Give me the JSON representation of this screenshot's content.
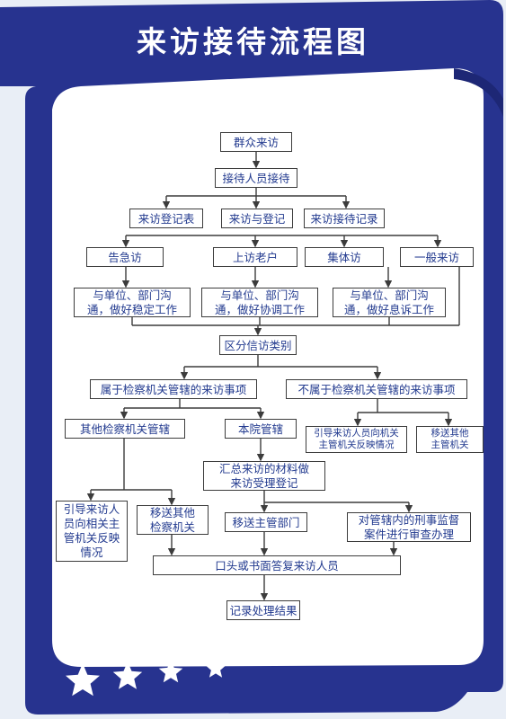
{
  "title": "来访接待流程图",
  "colors": {
    "frame": "#27338f",
    "card": "#ffffff",
    "box_text": "#223a8f",
    "line": "#3c3c3c"
  },
  "nodes": {
    "n1": "群众来访",
    "n2": "接待人员接待",
    "n3a": "来访登记表",
    "n3b": "来访与登记",
    "n3c": "来访接待记录",
    "n4a": "告急访",
    "n4b": "上访老户",
    "n4c": "集体访",
    "n4d": "一般来访",
    "n5a": "与单位、部门沟\n通，做好稳定工作",
    "n5b": "与单位、部门沟\n通，做好协调工作",
    "n5c": "与单位、部门沟\n通，做好息诉工作",
    "n6": "区分信访类别",
    "n7a": "属于检察机关管辖的来访事项",
    "n7b": "不属于检察机关管辖的来访事项",
    "n8a": "其他检察机关管辖",
    "n8b": "本院管辖",
    "n8c": "引导来访人员向机关\n主管机关反映情况",
    "n8d": "移送其他\n主管机关",
    "n9": "汇总来访的材料做\n来访受理登记",
    "n10a": "引导来访人\n员向相关主\n管机关反映\n情况",
    "n10b": "移送其他\n检察机关",
    "n10c": "移送主管部门",
    "n10d": "对管辖内的刑事监督\n案件进行审查办理",
    "n11": "口头或书面答复来访人员",
    "n12": "记录处理结果"
  }
}
